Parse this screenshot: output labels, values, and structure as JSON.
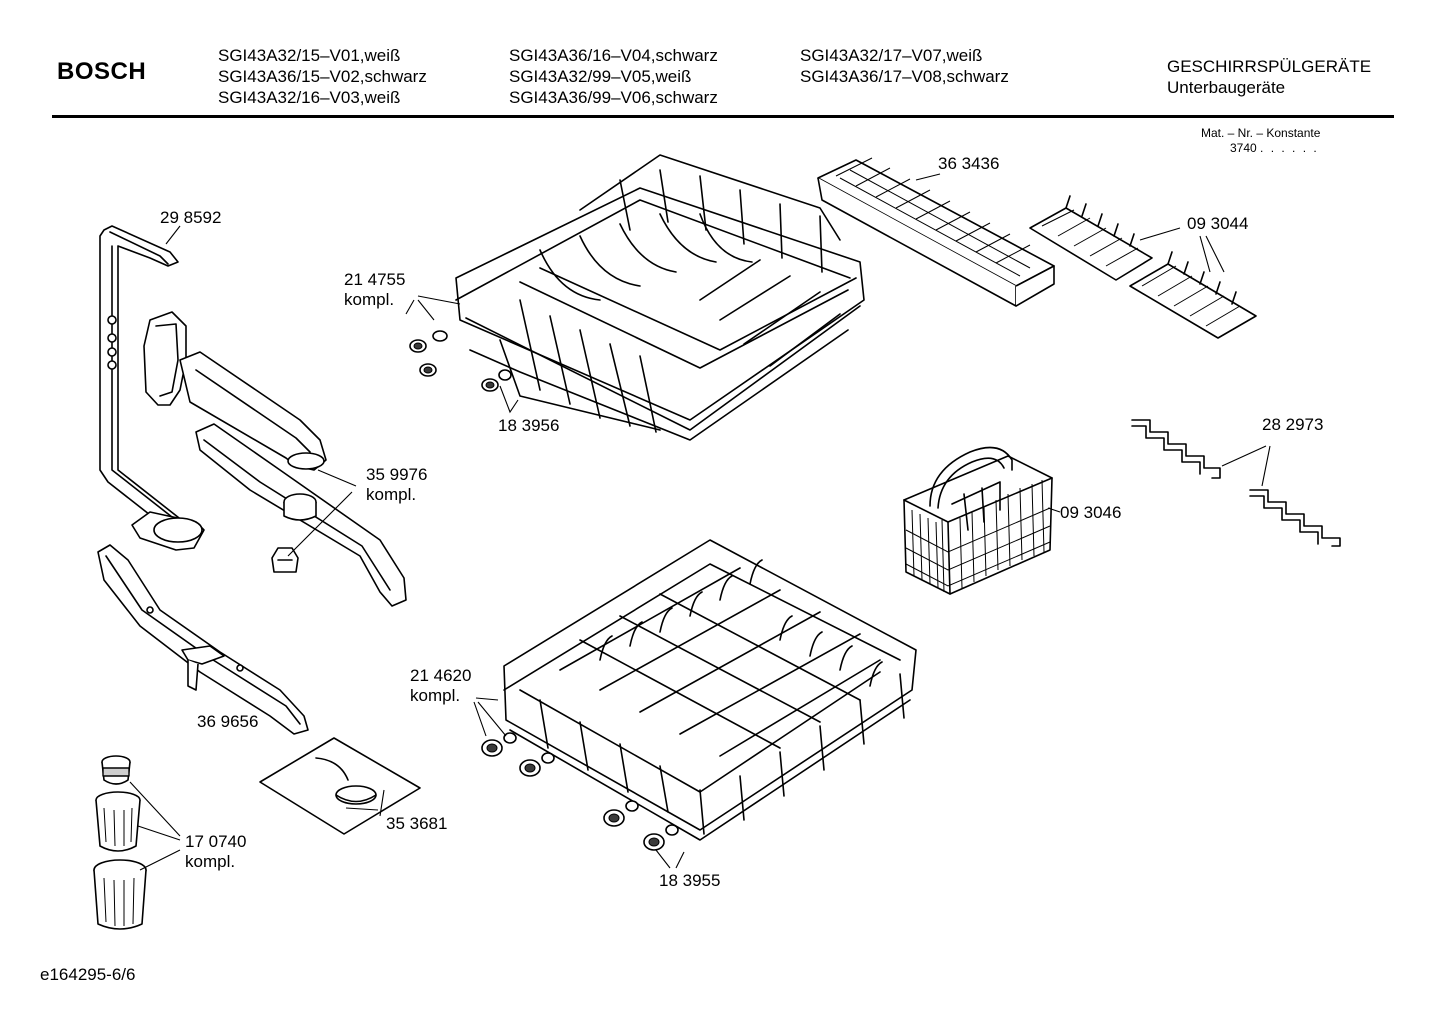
{
  "header": {
    "brand": "BOSCH",
    "models_col1": [
      "SGI43A32/15–V01,weiß",
      "SGI43A36/15–V02,schwarz",
      "SGI43A32/16–V03,weiß"
    ],
    "models_col2": [
      "SGI43A36/16–V04,schwarz",
      "SGI43A32/99–V05,weiß",
      "SGI43A36/99–V06,schwarz"
    ],
    "models_col3": [
      "SGI43A32/17–V07,weiß",
      "SGI43A36/17–V08,schwarz"
    ],
    "category_line1": "GESCHIRRSPÜLGERÄTE",
    "category_line2": "Unterbaugeräte"
  },
  "mat": {
    "label": "Mat. – Nr. – Konstante",
    "number": "3740",
    "dots": ". .   . . . ."
  },
  "parts": {
    "p298592": "29 8592",
    "p214755": "21 4755",
    "p214755_sub": "kompl.",
    "p183956": "18 3956",
    "p363436": "36 3436",
    "p093044": "09 3044",
    "p282973": "28 2973",
    "p359976": "35 9976",
    "p359976_sub": "kompl.",
    "p093046": "09 3046",
    "p369656": "36 9656",
    "p214620": "21 4620",
    "p214620_sub": "kompl.",
    "p353681": "35 3681",
    "p170740": "17 0740",
    "p170740_sub": "kompl.",
    "p183955": "18 3955"
  },
  "footer": {
    "drawing_id": "e164295-6/6"
  }
}
